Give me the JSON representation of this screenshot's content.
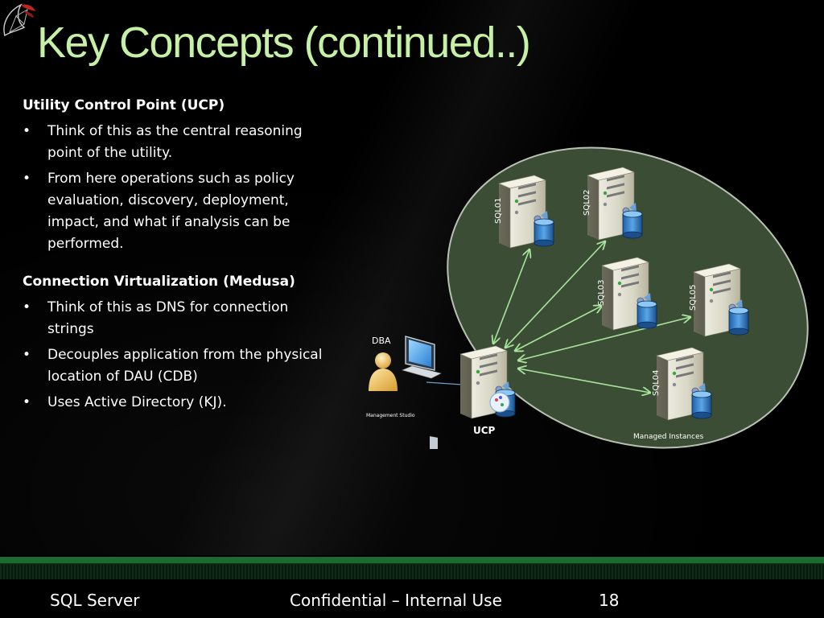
{
  "title": "Key Concepts (continued..)",
  "sections": [
    {
      "heading": "Utility Control Point (UCP)",
      "bullets": [
        "Think of this as the central reasoning point of the utility.",
        "From here operations such as policy evaluation, discovery, deployment, impact, and what if analysis can be performed."
      ]
    },
    {
      "heading": "Connection Virtualization (Medusa)",
      "bullets": [
        "Think of this as DNS for connection strings",
        "Decouples application from the physical location of DAU (CDB)",
        "Uses Active Directory (KJ)."
      ]
    }
  ],
  "bullet_glyph": "•",
  "diagram": {
    "dba_label": "DBA",
    "studio_label": "Management Studio",
    "ucp_label": "UCP",
    "managed_label": "Managed Instances",
    "servers": [
      "SQL01",
      "SQL02",
      "SQL03",
      "SQL05",
      "SQL04"
    ],
    "ellipse_color": "#3c4d36",
    "arrow_color": "#a9e59c"
  },
  "footer": {
    "left": "SQL Server",
    "center": "Confidential – Internal Use",
    "page": "18"
  },
  "colors": {
    "title": "#c6f0a6",
    "band": "#1d6a33"
  },
  "icons": [
    "sql-server-logo-icon",
    "dba-user-icon",
    "computer-icon",
    "server-icon",
    "database-icon"
  ]
}
